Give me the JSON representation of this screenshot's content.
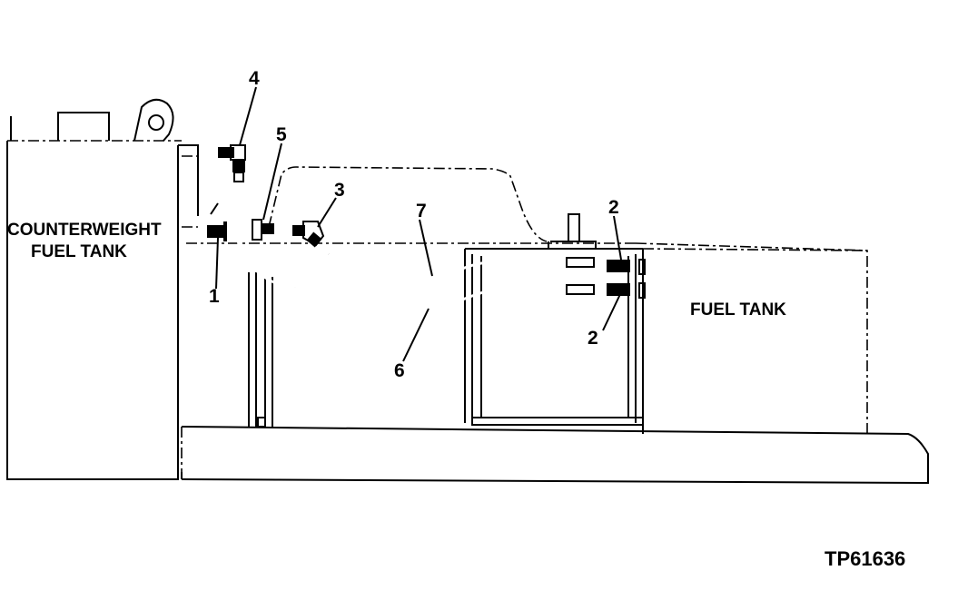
{
  "diagram": {
    "figure_id": "TP61636",
    "tanks": {
      "counterweight_line1": "COUNTERWEIGHT",
      "counterweight_line2": "FUEL TANK",
      "main": "FUEL TANK"
    },
    "callouts": [
      "1",
      "2",
      "2",
      "3",
      "4",
      "5",
      "6",
      "7"
    ],
    "line_color": "#000000",
    "background": "#ffffff"
  }
}
